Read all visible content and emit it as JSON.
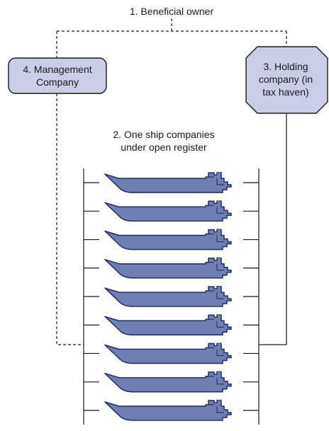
{
  "diagram": {
    "beneficial_owner": "1. Beneficial owner",
    "ship_companies": "2. One ship companies\nunder open register",
    "holding_company": "3. Holding\ncompany (in\ntax haven)",
    "management_company": "4. Management\nCompany"
  },
  "ships": {
    "count": 9
  },
  "colors": {
    "ship_fill": "#6f7fb3",
    "ship_stroke": "#2a3566",
    "box_fill": "#c9cde6",
    "line": "#1a1a1a"
  }
}
